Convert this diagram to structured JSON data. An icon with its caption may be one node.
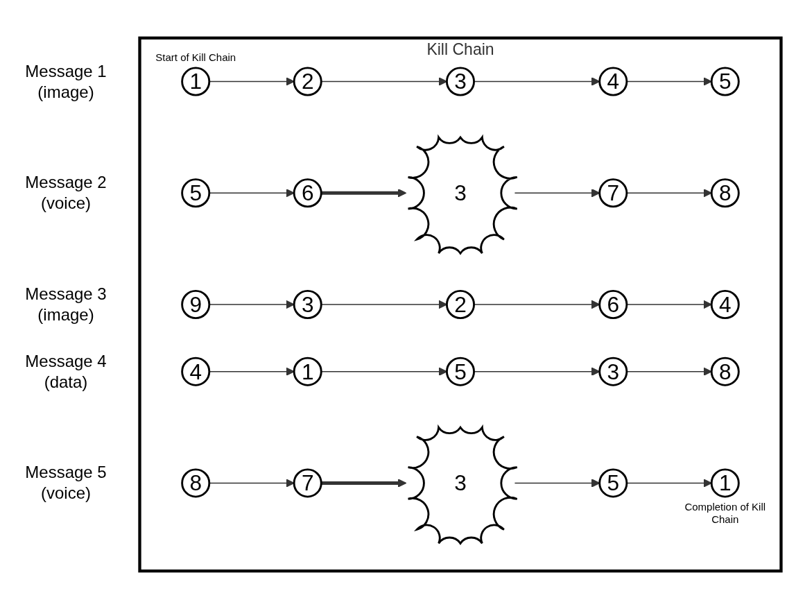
{
  "diagram": {
    "nodes": [
      {
        "text": [
          "Kill Chain"
        ]
      },
      {
        "text": [
          "1"
        ],
        "in": 0,
        "beside": [
          "Start of Kill Chain"
        ]
      },
      {
        "text": [
          "2"
        ],
        "in": 0
      },
      {
        "text": [
          "3"
        ],
        "in": 0
      },
      {
        "text": [
          "4"
        ],
        "in": 0
      },
      {
        "text": [
          "5"
        ],
        "in": 0
      },
      {
        "text": [
          "5"
        ],
        "in": 0
      },
      {
        "text": [
          "6"
        ],
        "in": 0
      },
      {
        "text": [
          "3"
        ],
        "in": 0
      },
      {
        "text": [
          "7"
        ],
        "in": 0
      },
      {
        "text": [
          "8"
        ],
        "in": 0
      },
      {
        "text": [
          "9"
        ],
        "in": 0
      },
      {
        "text": [
          "3"
        ],
        "in": 0
      },
      {
        "text": [
          "2"
        ],
        "in": 0
      },
      {
        "text": [
          "6"
        ],
        "in": 0
      },
      {
        "text": [
          "4"
        ],
        "in": 0
      },
      {
        "text": [
          "4"
        ],
        "in": 0
      },
      {
        "text": [
          "1"
        ],
        "in": 0
      },
      {
        "text": [
          "5"
        ],
        "in": 0
      },
      {
        "text": [
          "3"
        ],
        "in": 0
      },
      {
        "text": [
          "8"
        ],
        "in": 0
      },
      {
        "text": [
          "8"
        ],
        "in": 0
      },
      {
        "text": [
          "7"
        ],
        "in": 0
      },
      {
        "text": [
          "3"
        ],
        "in": 0
      },
      {
        "text": [
          "5"
        ],
        "in": 0
      },
      {
        "text": [
          "1"
        ],
        "in": 0,
        "beside": [
          "Completion of Kill Chain"
        ]
      }
    ],
    "edges": [
      {
        "from": 1,
        "to": 2,
        "arrow": "to"
      },
      {
        "from": 2,
        "to": 3,
        "arrow": "to"
      },
      {
        "from": 3,
        "to": 4,
        "arrow": "to"
      },
      {
        "from": 4,
        "to": 5,
        "arrow": "to"
      },
      {
        "from": 6,
        "to": 7,
        "arrow": "to"
      },
      {
        "from": 7,
        "to": 8,
        "arrow": "to",
        "style": "thick"
      },
      {
        "from": 8,
        "to": 9,
        "arrow": "to"
      },
      {
        "from": 9,
        "to": 10,
        "arrow": "to"
      },
      {
        "from": 11,
        "to": 12,
        "arrow": "to"
      },
      {
        "from": 12,
        "to": 13,
        "arrow": "to"
      },
      {
        "from": 13,
        "to": 14,
        "arrow": "to"
      },
      {
        "from": 14,
        "to": 15,
        "arrow": "to"
      },
      {
        "from": 16,
        "to": 17,
        "arrow": "to"
      },
      {
        "from": 17,
        "to": 18,
        "arrow": "to"
      },
      {
        "from": 18,
        "to": 19,
        "arrow": "to"
      },
      {
        "from": 19,
        "to": 20,
        "arrow": "to"
      },
      {
        "from": 21,
        "to": 22,
        "arrow": "to"
      },
      {
        "from": 22,
        "to": 23,
        "arrow": "to",
        "style": "thick"
      },
      {
        "from": 23,
        "to": 24,
        "arrow": "to"
      },
      {
        "from": 24,
        "to": 25,
        "arrow": "to"
      }
    ],
    "labels": [
      "Message 1 (image)",
      "Message 2 (voice)",
      "Message 3 (image)",
      "Message 4 (data)",
      "Message 5 (voice)"
    ]
  }
}
